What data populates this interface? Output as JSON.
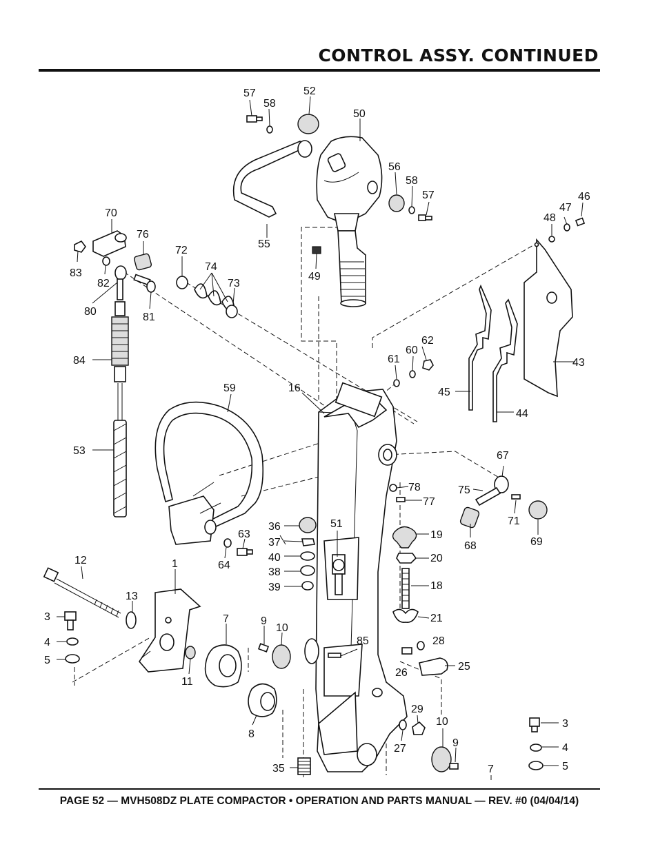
{
  "header": {
    "title": "CONTROL ASSY. CONTINUED"
  },
  "footer": {
    "text": "PAGE 52 — MVH508DZ PLATE COMPACTOR • OPERATION AND PARTS MANUAL — REV. #0 (04/04/14)"
  },
  "callouts": [
    {
      "id": "c57a",
      "text": "57"
    },
    {
      "id": "c52",
      "text": "52"
    },
    {
      "id": "c58a",
      "text": "58"
    },
    {
      "id": "c50",
      "text": "50"
    },
    {
      "id": "c56",
      "text": "56"
    },
    {
      "id": "c58b",
      "text": "58"
    },
    {
      "id": "c57b",
      "text": "57"
    },
    {
      "id": "c46",
      "text": "46"
    },
    {
      "id": "c47",
      "text": "47"
    },
    {
      "id": "c48",
      "text": "48"
    },
    {
      "id": "c55",
      "text": "55"
    },
    {
      "id": "c70",
      "text": "70"
    },
    {
      "id": "c76",
      "text": "76"
    },
    {
      "id": "c72",
      "text": "72"
    },
    {
      "id": "c74",
      "text": "74"
    },
    {
      "id": "c73",
      "text": "73"
    },
    {
      "id": "c83",
      "text": "83"
    },
    {
      "id": "c82",
      "text": "82"
    },
    {
      "id": "c80",
      "text": "80"
    },
    {
      "id": "c81",
      "text": "81"
    },
    {
      "id": "c49",
      "text": "49"
    },
    {
      "id": "c84",
      "text": "84"
    },
    {
      "id": "c62",
      "text": "62"
    },
    {
      "id": "c60",
      "text": "60"
    },
    {
      "id": "c61",
      "text": "61"
    },
    {
      "id": "c43",
      "text": "43"
    },
    {
      "id": "c45",
      "text": "45"
    },
    {
      "id": "c44",
      "text": "44"
    },
    {
      "id": "c59",
      "text": "59"
    },
    {
      "id": "c16",
      "text": "16"
    },
    {
      "id": "c53",
      "text": "53"
    },
    {
      "id": "c67",
      "text": "67"
    },
    {
      "id": "c78",
      "text": "78"
    },
    {
      "id": "c75",
      "text": "75"
    },
    {
      "id": "c77",
      "text": "77"
    },
    {
      "id": "c71",
      "text": "71"
    },
    {
      "id": "c36",
      "text": "36"
    },
    {
      "id": "c51",
      "text": "51"
    },
    {
      "id": "c63",
      "text": "63"
    },
    {
      "id": "c19",
      "text": "19"
    },
    {
      "id": "c37",
      "text": "37"
    },
    {
      "id": "c68",
      "text": "68"
    },
    {
      "id": "c69",
      "text": "69"
    },
    {
      "id": "c40",
      "text": "40"
    },
    {
      "id": "c20",
      "text": "20"
    },
    {
      "id": "c64",
      "text": "64"
    },
    {
      "id": "c12",
      "text": "12"
    },
    {
      "id": "c1",
      "text": "1"
    },
    {
      "id": "c38",
      "text": "38"
    },
    {
      "id": "c39",
      "text": "39"
    },
    {
      "id": "c18",
      "text": "18"
    },
    {
      "id": "c13",
      "text": "13"
    },
    {
      "id": "c3a",
      "text": "3"
    },
    {
      "id": "c7a",
      "text": "7"
    },
    {
      "id": "c9a",
      "text": "9"
    },
    {
      "id": "c10a",
      "text": "10"
    },
    {
      "id": "c21",
      "text": "21"
    },
    {
      "id": "c4a",
      "text": "4"
    },
    {
      "id": "c85",
      "text": "85"
    },
    {
      "id": "c28",
      "text": "28"
    },
    {
      "id": "c5a",
      "text": "5"
    },
    {
      "id": "c26",
      "text": "26"
    },
    {
      "id": "c25",
      "text": "25"
    },
    {
      "id": "c11",
      "text": "11"
    },
    {
      "id": "c29",
      "text": "29"
    },
    {
      "id": "c8",
      "text": "8"
    },
    {
      "id": "c10b",
      "text": "10"
    },
    {
      "id": "c3b",
      "text": "3"
    },
    {
      "id": "c27",
      "text": "27"
    },
    {
      "id": "c9b",
      "text": "9"
    },
    {
      "id": "c4b",
      "text": "4"
    },
    {
      "id": "c35",
      "text": "35"
    },
    {
      "id": "c7b",
      "text": "7"
    },
    {
      "id": "c5b",
      "text": "5"
    }
  ]
}
